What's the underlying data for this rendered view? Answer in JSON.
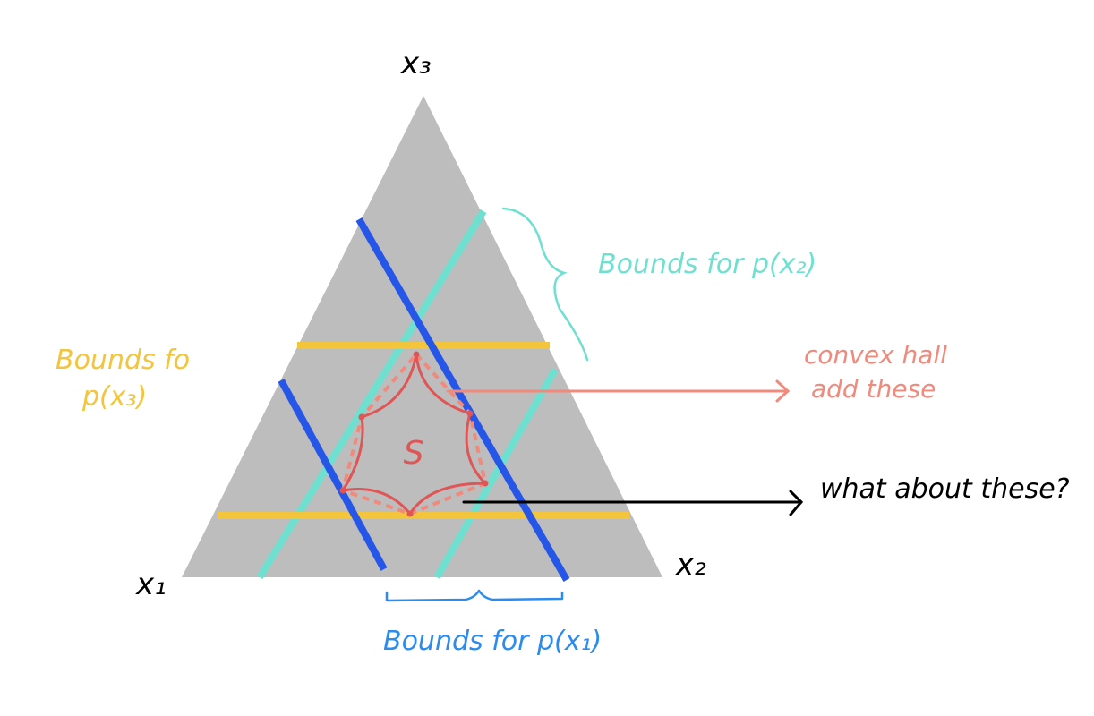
{
  "vertex_labels": {
    "top": "x₃",
    "bottom_left": "x₁",
    "bottom_right": "x₂"
  },
  "region_label": "S",
  "annotations": {
    "bounds_x2": "Bounds for p(x₂)",
    "bounds_x3_line1": "Bounds fo",
    "bounds_x3_line2": "p(x₃)",
    "bounds_x1": "Bounds for p(x₁)",
    "convex_hull_line1": "convex hall",
    "convex_hull_line2": "add these",
    "what_about": "what about these?"
  },
  "colors": {
    "simplex": "#bdbdbd",
    "bounds_x1": "#2556e8",
    "bounds_x2": "#6fe0cf",
    "bounds_x3": "#f2c53d",
    "set_s": "#e05555",
    "convex_hull": "#f08a7c",
    "ink": "#000000"
  }
}
